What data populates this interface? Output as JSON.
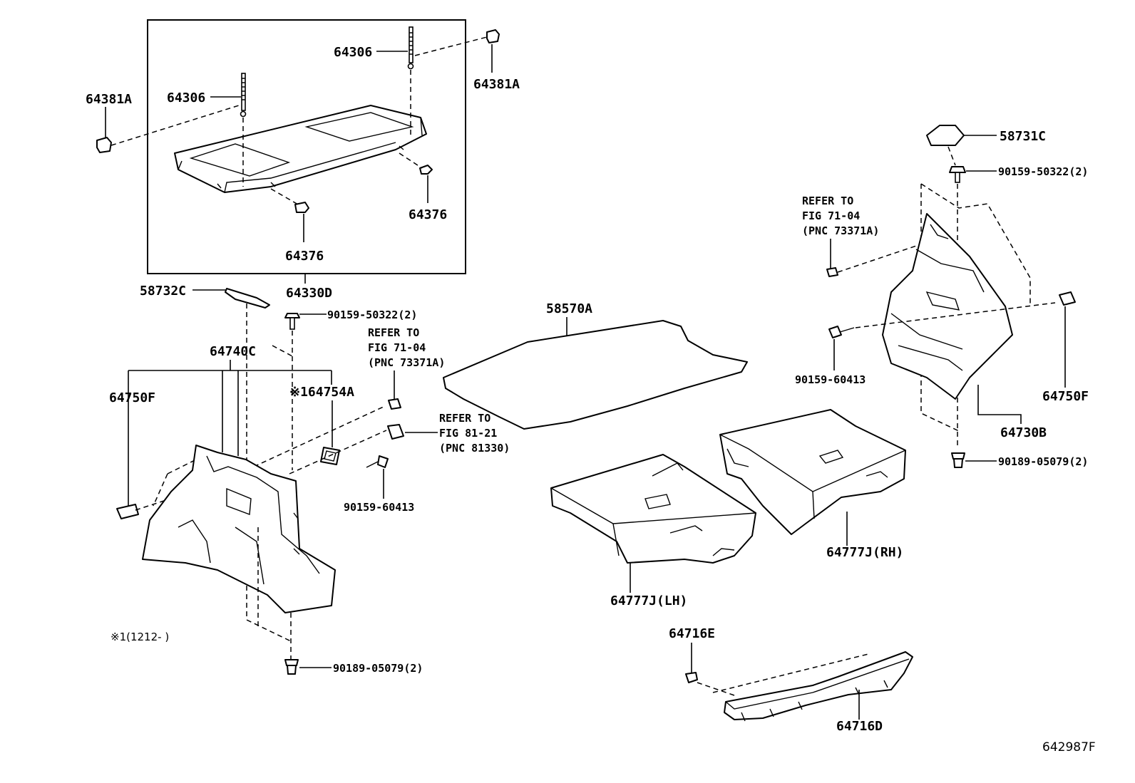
{
  "labels": {
    "p64306_a": "64306",
    "p64306_b": "64306",
    "p64381a_l": "64381A",
    "p64381a_r": "64381A",
    "p64376_a": "64376",
    "p64376_b": "64376",
    "p64330d": "64330D",
    "p58732c": "58732C",
    "p90159_50322_l": "90159-50322(2)",
    "p64740c": "64740C",
    "p64750f_l": "64750F",
    "p64754a": "※164754A",
    "p90159_60413_l": "90159-60413",
    "p90189_05079_l": "90189-05079(2)",
    "footnote": "※1(1212-    )",
    "p58570a": "58570A",
    "p64777j_lh": "64777J(LH)",
    "p64777j_rh": "64777J(RH)",
    "p64716e": "64716E",
    "p64716d": "64716D",
    "p58731c": "58731C",
    "p90159_50322_r": "90159-50322(2)",
    "p90159_60413_r": "90159-60413",
    "p64750f_r": "64750F",
    "p64730b": "64730B",
    "p90189_05079_r": "90189-05079(2)",
    "diagram_id": "642987F"
  },
  "refer_1": [
    "REFER TO",
    "FIG 71-04",
    "(PNC 73371A)"
  ],
  "refer_2": [
    "REFER TO",
    "FIG 71-04",
    "(PNC 73371A)"
  ],
  "refer_3": [
    "REFER TO",
    "FIG 81-21",
    "(PNC 81330)"
  ]
}
